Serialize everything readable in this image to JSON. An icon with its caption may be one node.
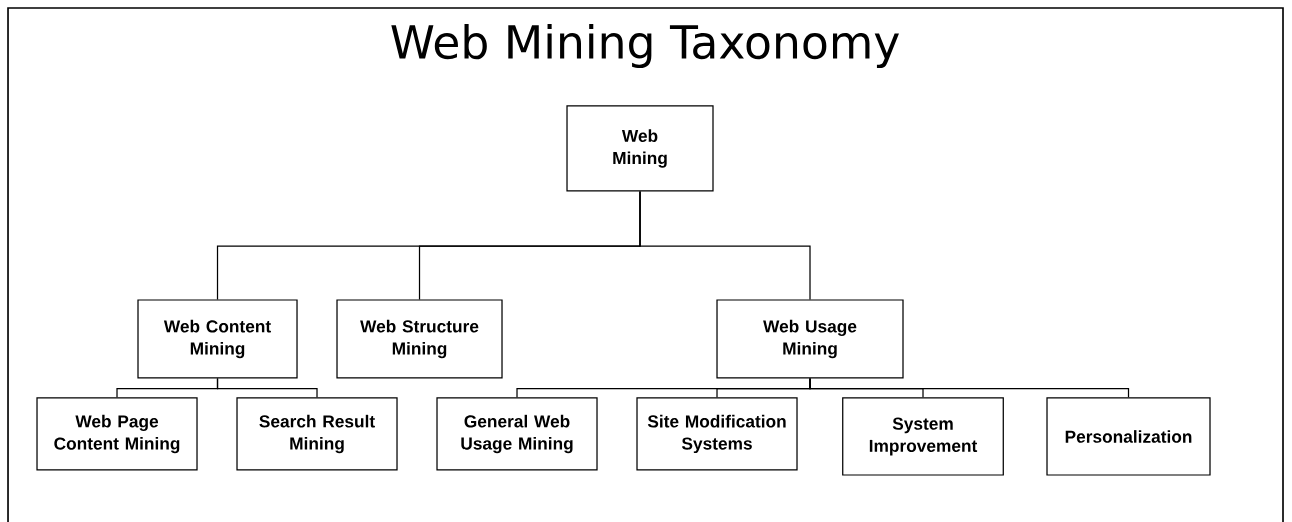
{
  "diagram": {
    "title": "Web Mining Taxonomy",
    "nodes": [
      {
        "text": [
          "Web Mining"
        ]
      },
      {
        "text": [
          "Web Content Mining"
        ]
      },
      {
        "text": [
          "Web Structure Mining"
        ]
      },
      {
        "text": [
          "Web Usage Mining"
        ]
      },
      {
        "text": [
          "Web Page Content Mining"
        ]
      },
      {
        "text": [
          "Search Result Mining"
        ]
      },
      {
        "text": [
          "General Web Usage Mining"
        ]
      },
      {
        "text": [
          "Site Modification Systems"
        ]
      },
      {
        "text": [
          "System Improvement"
        ]
      },
      {
        "text": [
          "Personalization"
        ]
      }
    ],
    "edges": [
      {
        "from": 0,
        "to": 1,
        "arrow": "none"
      },
      {
        "from": 0,
        "to": 2,
        "arrow": "none"
      },
      {
        "from": 0,
        "to": 3,
        "arrow": "none"
      },
      {
        "from": 1,
        "to": 4,
        "arrow": "none"
      },
      {
        "from": 1,
        "to": 5,
        "arrow": "none"
      },
      {
        "from": 3,
        "to": 6,
        "arrow": "none"
      },
      {
        "from": 3,
        "to": 7,
        "arrow": "none"
      },
      {
        "from": 3,
        "to": 8,
        "arrow": "none"
      },
      {
        "from": 3,
        "to": 9,
        "arrow": "none"
      }
    ]
  }
}
